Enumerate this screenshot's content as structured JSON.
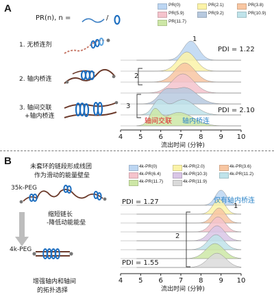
{
  "panel_a": {
    "letter": "A",
    "pr_label": "PR(n), n =",
    "pr_sep": "/",
    "legend": [
      {
        "label": "PR(0)",
        "color": "#bcd6f2"
      },
      {
        "label": "PR(2.1)",
        "color": "#fbf3a8"
      },
      {
        "label": "PR(3.8)",
        "color": "#f8c6a2"
      },
      {
        "label": "PR(5.9)",
        "color": "#f5c3cc"
      },
      {
        "label": "PR(9.2)",
        "color": "#b7c9df"
      },
      {
        "label": "PR(10.9)",
        "color": "#bfe3ea"
      },
      {
        "label": "PR(11.7)",
        "color": "#cde7a6"
      }
    ],
    "items": [
      {
        "text": "1. 无桥连剂"
      },
      {
        "text": "2. 轴内桥连"
      },
      {
        "text": "3. 轴间交联"
      },
      {
        "text": "+轴内桥连"
      }
    ],
    "labels": {
      "peak1": "1",
      "bracket2": "2",
      "bracket3": "3",
      "pdi_top": "PDI = 1.22",
      "pdi_bottom": "PDI = 2.10",
      "inter": "轴间交联",
      "intra": "轴内桥连"
    },
    "axis": {
      "ticks": [
        "4",
        "5",
        "6",
        "7",
        "8",
        "9",
        "10"
      ],
      "xlabel": "流出时间 (分钟)"
    }
  },
  "panel_b": {
    "letter": "B",
    "desc_line1": "未套环的链段形成线团",
    "desc_line2": "作为滑动的能量壁垒",
    "peg35": "35k-PEG",
    "shorten_line1": "缩短链长",
    "shorten_line2": "-降低动能能垒",
    "peg4": "4k-PEG",
    "enhance_line1": "增强轴内和轴间",
    "enhance_line2": "的拓扑选择",
    "legend": [
      {
        "label": "4k-PR(0)",
        "color": "#bcd6f2"
      },
      {
        "label": "4k-PR(2.0)",
        "color": "#fbf3a8"
      },
      {
        "label": "4k-PR(3.6)",
        "color": "#f8c6a2"
      },
      {
        "label": "4k-PR(6.4)",
        "color": "#f5c3cc"
      },
      {
        "label": "4k-PR(10.3)",
        "color": "#d9c6e6"
      },
      {
        "label": "4k-PR(11.2)",
        "color": "#bfe3ea"
      },
      {
        "label": "4k-PR(11.7)",
        "color": "#cde7a6"
      },
      {
        "label": "4k-PR(11.9)",
        "color": "#dadada"
      }
    ],
    "labels": {
      "only_intra": "仅有轴内桥连",
      "peak1": "1",
      "bracket2": "2",
      "pdi_top": "PDI = 1.27",
      "pdi_bottom": "PDI = 1.55"
    },
    "axis": {
      "ticks": [
        "4",
        "5",
        "6",
        "7",
        "8",
        "9",
        "10"
      ],
      "xlabel": "流出时间 (分钟)"
    }
  }
}
